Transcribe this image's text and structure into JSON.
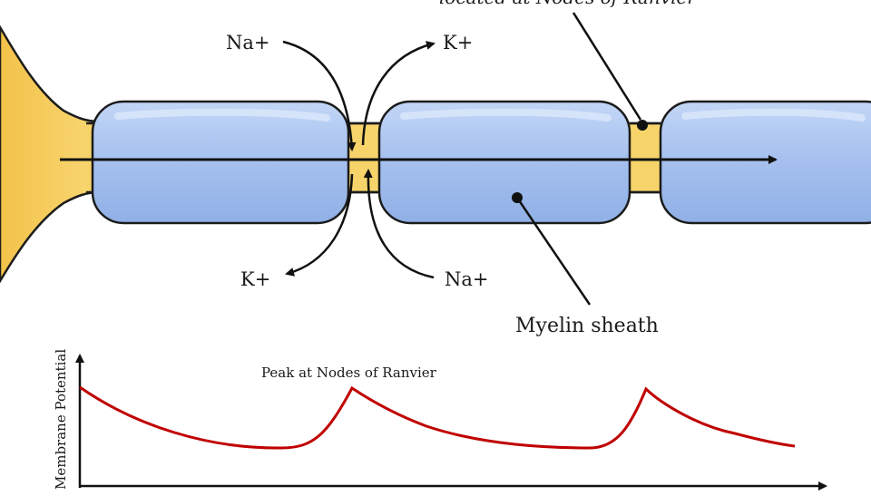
{
  "labels": {
    "top_annotation": "located at Nodes of Ranvier",
    "myelin_sheath": "Myelin sheath",
    "ion_na_in_top": "Na+",
    "ion_k_out_top": "K+",
    "ion_k_out_bottom": "K+",
    "ion_na_in_bottom": "Na+",
    "peak_annotation": "Peak at Nodes of Ranvier",
    "y_axis_label": "Membrane Potential"
  },
  "colors": {
    "axon": "#f7d46a",
    "axon_stroke": "#1c1c1c",
    "myelin": "#a9c4ef",
    "myelin_highlight": "#d2e1f8",
    "potential_curve": "#c00000",
    "arrow": "#111111"
  }
}
